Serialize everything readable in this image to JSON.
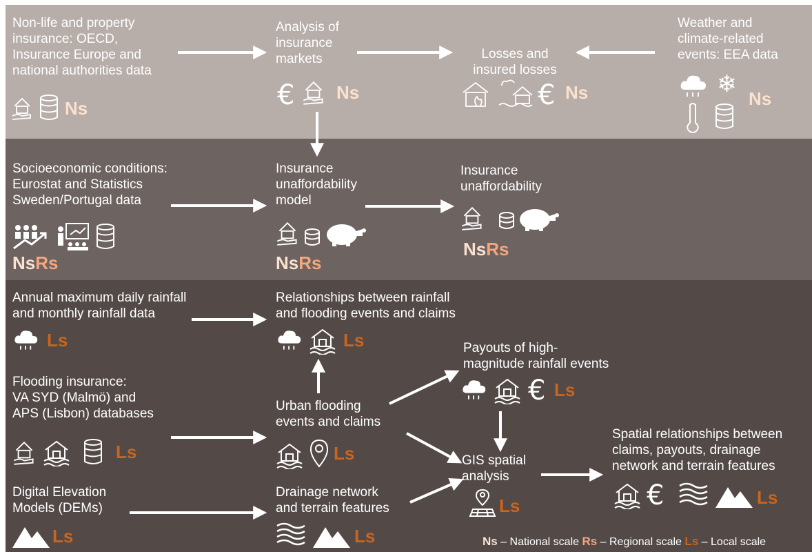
{
  "colors": {
    "band_top": "#b7ada9",
    "band_mid": "#6d6361",
    "band_bot": "#534a48",
    "national": "#fbe2cf",
    "regional": "#f4a67c",
    "local": "#c9651e"
  },
  "nodes": {
    "insurance_data": "Non-life and property\ninsurance: OECD,\nInsurance Europe and\nnational authorities data",
    "analysis_markets": "Analysis of\ninsurance\nmarkets",
    "losses": "Losses and\ninsured losses",
    "weather_events": "Weather and\nclimate-related\nevents: EEA data",
    "socioeconomic": "Socioeconomic conditions:\nEurostat and Statistics\nSweden/Portugal data",
    "unaffordability_model": "Insurance\nunaffordability\nmodel",
    "unaffordability": "Insurance\nunaffordability",
    "rainfall_data": "Annual maximum daily rainfall\nand monthly rainfall data",
    "rainfall_relationships": "Relationships between rainfall\nand flooding events and claims",
    "payouts": "Payouts of high-\nmagnitude rainfall events",
    "flooding_insurance": "Flooding insurance:\nVA SYD (Malmö) and\nAPS (Lisbon) databases",
    "urban_flooding": "Urban flooding\nevents and claims",
    "gis": "GIS spatial\nanalysis",
    "spatial_relationships": "Spatial relationships between\nclaims, payouts, drainage\nnetwork and terrain features",
    "dem": "Digital Elevation\nModels (DEMs)",
    "drainage": "Drainage network\nand terrain features"
  },
  "scale": {
    "ns": "Ns",
    "rs": "Rs",
    "ls": "Ls"
  },
  "icons": {
    "euro": "€",
    "house_hand": "house-in-hand-icon",
    "database": "database-icon",
    "rain": "rain-cloud-icon",
    "flood_house": "flooded-house-icon"
  },
  "legend": {
    "ns": "Ns",
    "ns_text": " – National scale ",
    "rs": "Rs",
    "rs_text": " – Regional scale ",
    "ls": "Ls",
    "ls_text": " – Local scale"
  }
}
